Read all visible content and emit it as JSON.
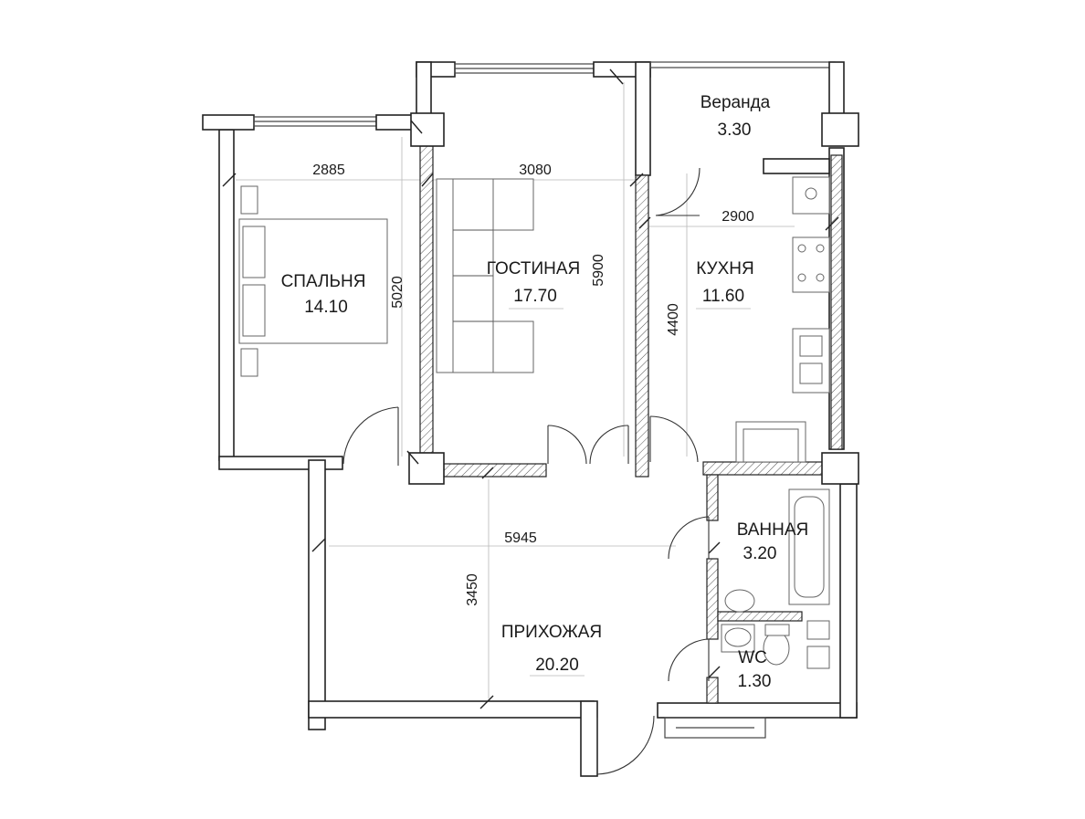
{
  "rooms": {
    "veranda": {
      "name": "Веранда",
      "area": "3.30"
    },
    "bedroom": {
      "name": "СПАЛЬНЯ",
      "area": "14.10"
    },
    "living": {
      "name": "ГОСТИНАЯ",
      "area": "17.70"
    },
    "kitchen": {
      "name": "КУХНЯ",
      "area": "11.60"
    },
    "bathroom": {
      "name": "ВАННАЯ",
      "area": "3.20"
    },
    "hall": {
      "name": "ПРИХОЖАЯ",
      "area": "20.20"
    },
    "wc": {
      "name": "WC",
      "area": "1.30"
    }
  },
  "dimensions": {
    "bedroom_width": "2885",
    "bedroom_depth": "5020",
    "living_width": "3080",
    "living_depth": "5900",
    "kitchen_width": "2900",
    "kitchen_depth": "4400",
    "hall_width": "5945",
    "hall_depth": "3450"
  }
}
